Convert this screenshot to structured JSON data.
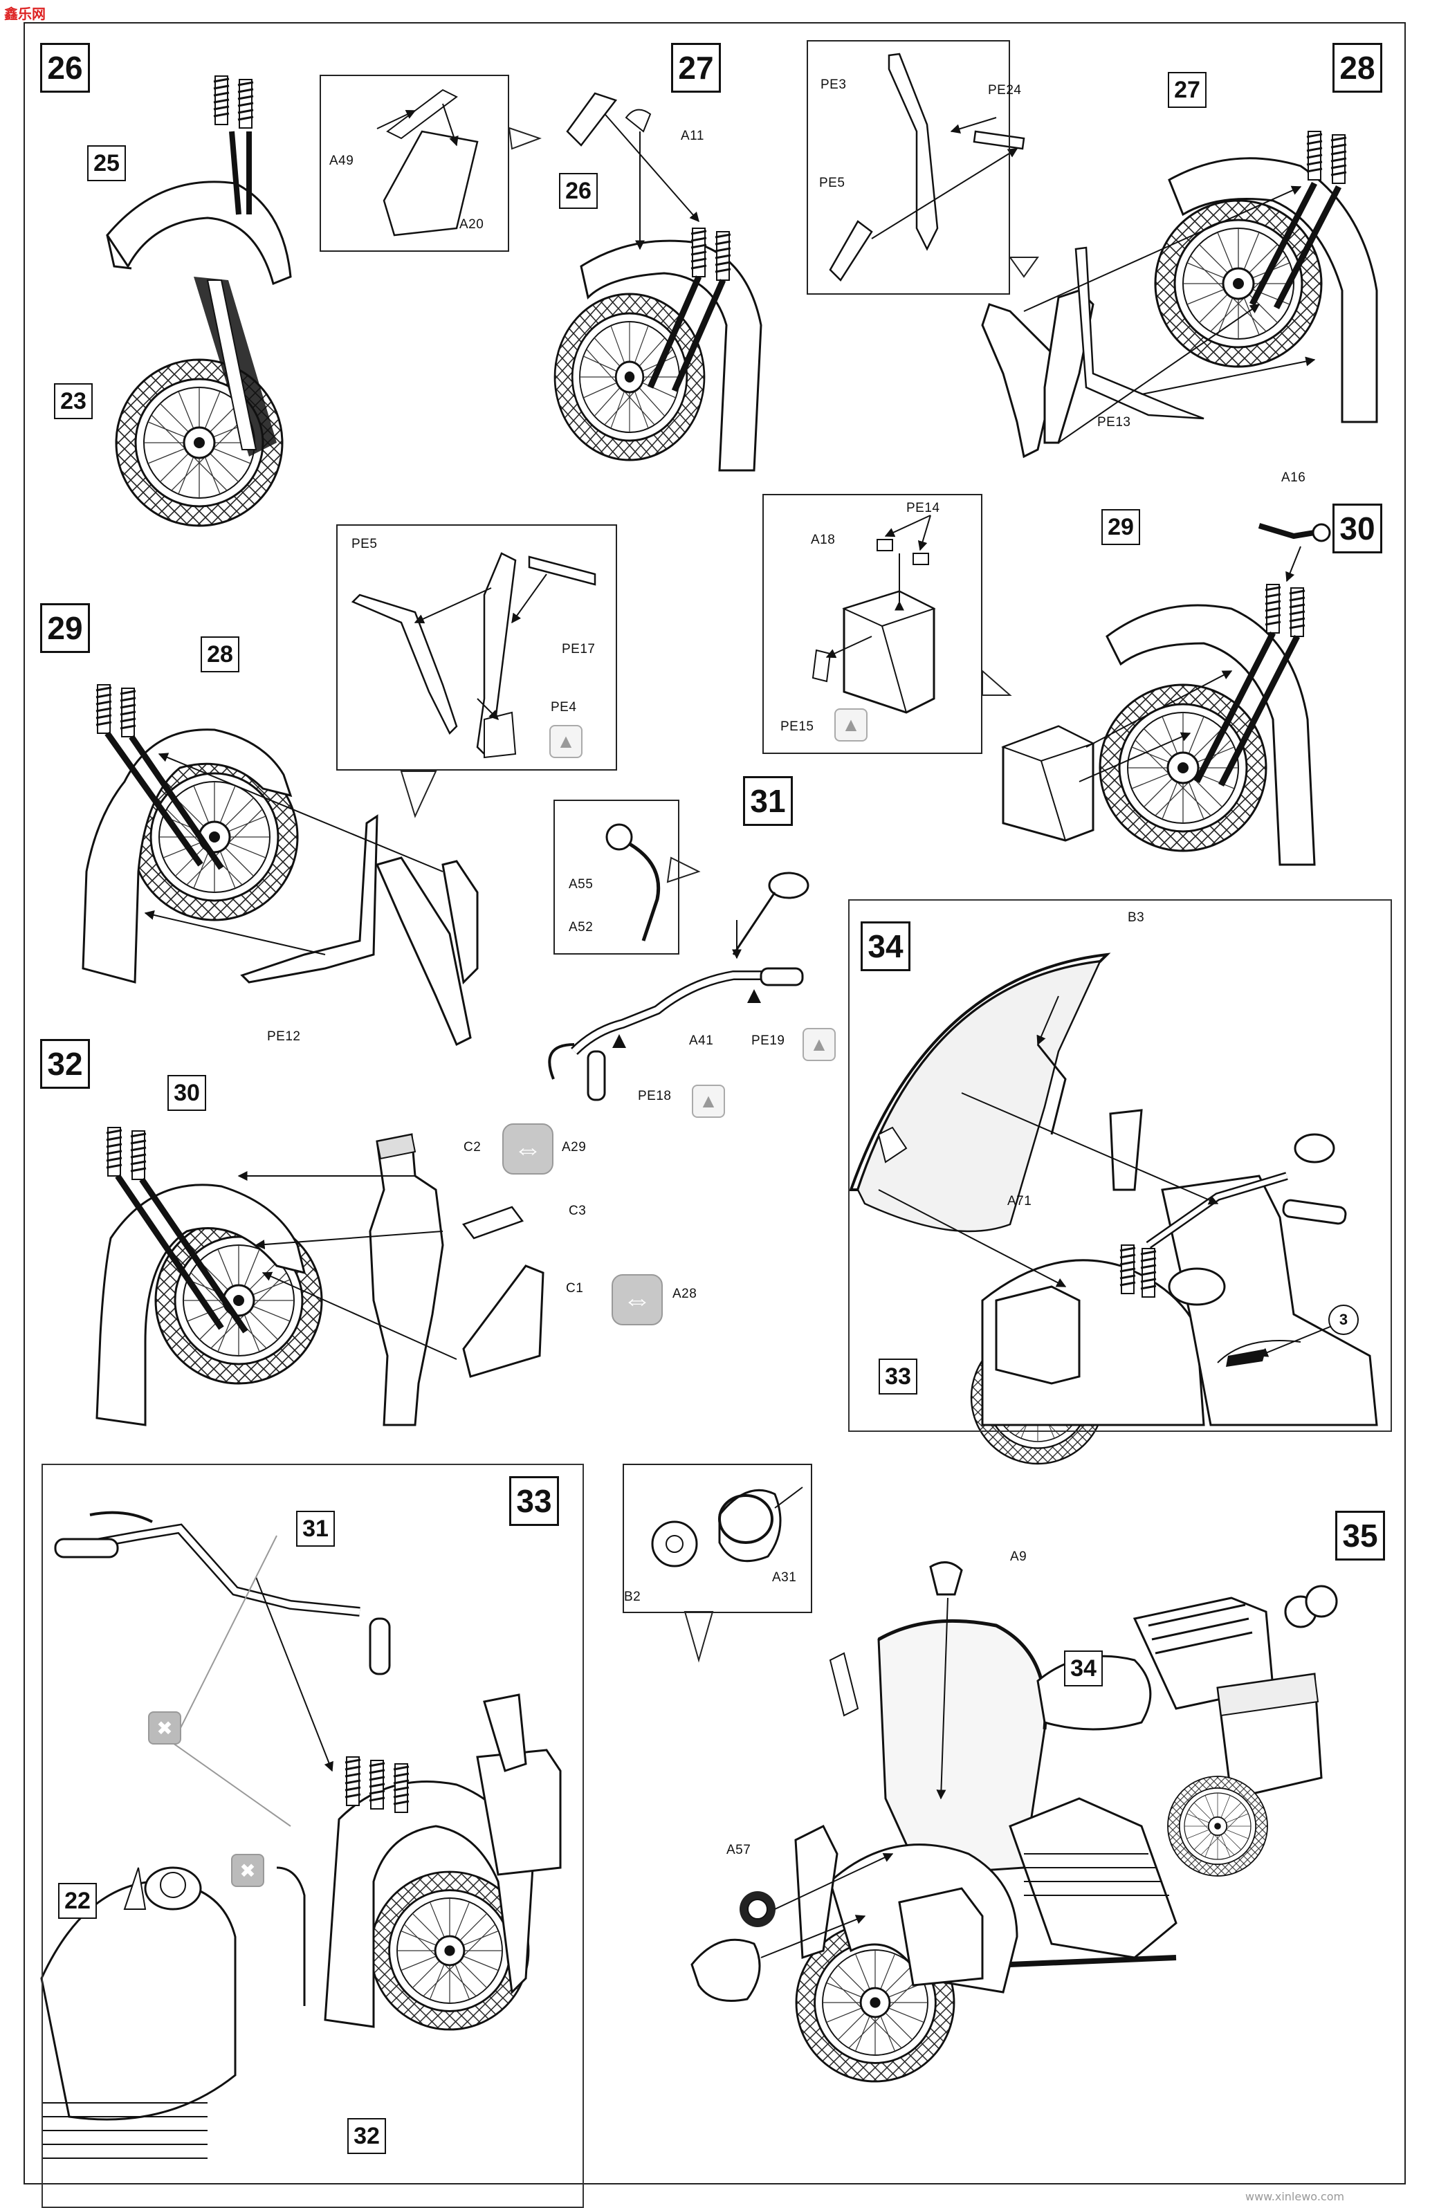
{
  "watermark": "鑫乐网",
  "watermark_bottom": "www.xinlewo.com",
  "steps": {
    "s26": "26",
    "s27": "27",
    "s28": "28",
    "s29": "29",
    "s30": "30",
    "s31": "31",
    "s32": "32",
    "s33": "33",
    "s34": "34",
    "s35": "35"
  },
  "refs": {
    "r25": "25",
    "r23": "23",
    "r26": "26",
    "r27": "27",
    "r28": "28",
    "r29": "29",
    "r30": "30",
    "r31": "31",
    "r22": "22",
    "r32": "32",
    "r33": "33",
    "r34": "34"
  },
  "parts": {
    "a49": "A49",
    "a20": "A20",
    "a11": "A11",
    "pe3": "PE3",
    "pe24": "PE24",
    "pe5_28": "PE5",
    "pe13": "PE13",
    "pe5_29": "PE5",
    "pe17": "PE17",
    "pe4": "PE4",
    "pe12": "PE12",
    "a18": "A18",
    "pe14": "PE14",
    "pe15": "PE15",
    "a16": "A16",
    "a55": "A55",
    "a52": "A52",
    "a41": "A41",
    "pe19": "PE19",
    "pe18": "PE18",
    "c2": "C2",
    "a29": "A29",
    "c3": "C3",
    "c1": "C1",
    "a28": "A28",
    "b3": "B3",
    "a71": "A71",
    "decal3": "3",
    "b2": "B2",
    "a31": "A31",
    "a9": "A9",
    "a57": "A57"
  },
  "icons": {
    "photo_etch": "pe-part-icon",
    "symmetric": "left-right-symmetric-icon",
    "remove": "remove-part-icon"
  }
}
